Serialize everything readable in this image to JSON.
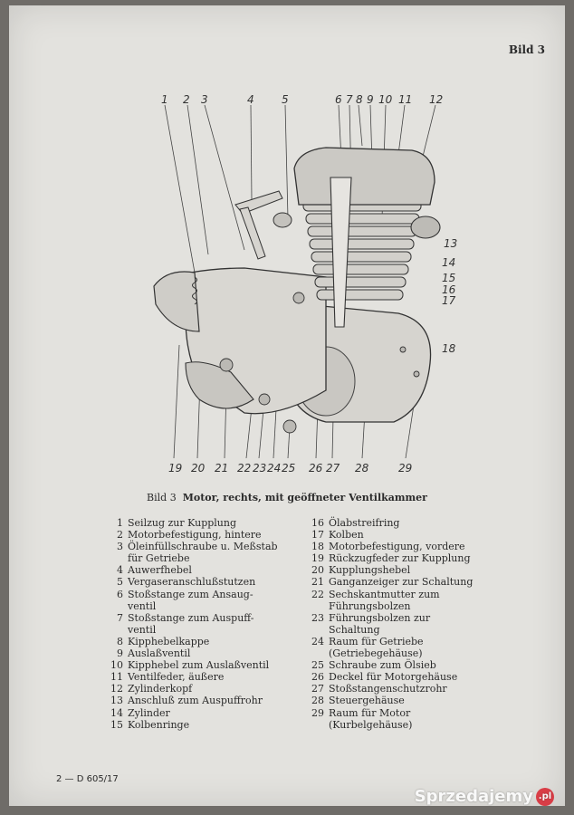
{
  "page": {
    "bild_label": "Bild 3",
    "caption_prefix": "Bild 3",
    "caption_title": "Motor, rechts, mit geöffneter Ventilkammer",
    "footer": "2 — D 605/17",
    "watermark": "Sprzedajemy",
    "watermark_badge": ".pl"
  },
  "figure": {
    "numbers_top": [
      "1",
      "2",
      "3",
      "4",
      "5",
      "6",
      "7",
      "8",
      "9",
      "10",
      "11",
      "12"
    ],
    "numbers_right": [
      "13",
      "14",
      "15",
      "16",
      "17",
      "18"
    ],
    "numbers_bottom": [
      "19",
      "20",
      "21",
      "22",
      "23",
      "24",
      "25",
      "26",
      "27",
      "28",
      "29"
    ]
  },
  "legend_left": [
    {
      "n": "1",
      "t": "Seilzug zur Kupplung"
    },
    {
      "n": "2",
      "t": "Motorbefestigung, hintere"
    },
    {
      "n": "3",
      "t": "Öleinfüllschraube u. Meßstab\nfür Getriebe"
    },
    {
      "n": "4",
      "t": "Auwerfhebel"
    },
    {
      "n": "5",
      "t": "Vergaseranschlußstutzen"
    },
    {
      "n": "6",
      "t": "Stoßstange zum Ansaug-\nventil"
    },
    {
      "n": "7",
      "t": "Stoßstange zum Auspuff-\nventil"
    },
    {
      "n": "8",
      "t": "Kipphebelkappe"
    },
    {
      "n": "9",
      "t": "Auslaßventil"
    },
    {
      "n": "10",
      "t": "Kipphebel zum Auslaßventil"
    },
    {
      "n": "11",
      "t": "Ventilfeder, äußere"
    },
    {
      "n": "12",
      "t": "Zylinderkopf"
    },
    {
      "n": "13",
      "t": "Anschluß zum Auspuffrohr"
    },
    {
      "n": "14",
      "t": "Zylinder"
    },
    {
      "n": "15",
      "t": "Kolbenringe"
    }
  ],
  "legend_right": [
    {
      "n": "16",
      "t": "Ölabstreifring"
    },
    {
      "n": "17",
      "t": "Kolben"
    },
    {
      "n": "18",
      "t": "Motorbefestigung, vordere"
    },
    {
      "n": "19",
      "t": "Rückzugfeder zur Kupplung"
    },
    {
      "n": "20",
      "t": "Kupplungshebel"
    },
    {
      "n": "21",
      "t": "Ganganzeiger zur Schaltung"
    },
    {
      "n": "22",
      "t": "Sechskantmutter zum\nFührungsbolzen"
    },
    {
      "n": "23",
      "t": "Führungsbolzen zur\nSchaltung"
    },
    {
      "n": "24",
      "t": "Raum für Getriebe\n(Getriebegehäuse)"
    },
    {
      "n": "25",
      "t": "Schraube zum Ölsieb"
    },
    {
      "n": "26",
      "t": "Deckel für Motorgehäuse"
    },
    {
      "n": "27",
      "t": "Stoßstangenschutzrohr"
    },
    {
      "n": "28",
      "t": "Steuergehäuse"
    },
    {
      "n": "29",
      "t": "Raum für Motor\n(Kurbelgehäuse)"
    }
  ]
}
